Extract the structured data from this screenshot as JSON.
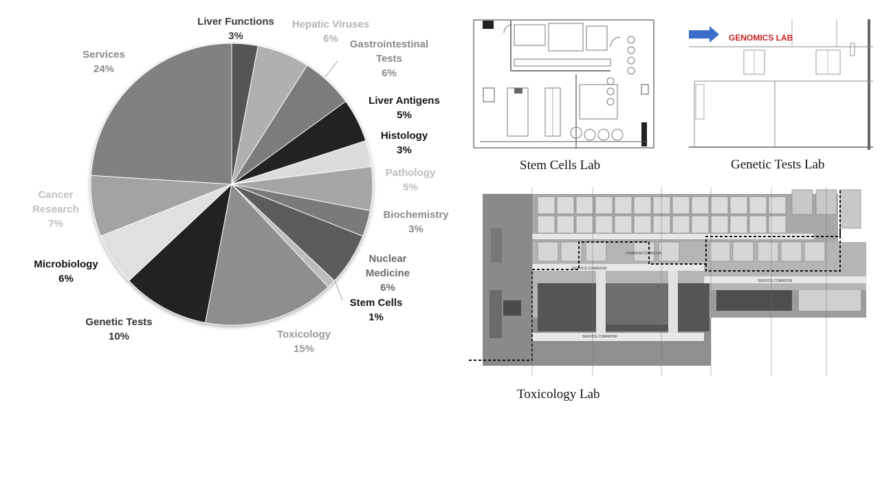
{
  "chart_data": {
    "type": "pie",
    "start_angle_deg": 0,
    "slices": [
      {
        "name": "Liver Functions",
        "pct_label": "3%",
        "value": 3,
        "color": "#545454",
        "label_color": "#3a3a3a"
      },
      {
        "name": "Hepatic Viruses",
        "pct_label": "6%",
        "value": 6,
        "color": "#b0b0b0",
        "label_color": "#b3b3b3"
      },
      {
        "name": "Gastrointestinal Tests",
        "pct_label": "6%",
        "value": 6,
        "color": "#7c7c7c",
        "label_color": "#8a8a8a"
      },
      {
        "name": "Liver Antigens",
        "pct_label": "5%",
        "value": 5,
        "color": "#202020",
        "label_color": "#151515"
      },
      {
        "name": "Histology",
        "pct_label": "3%",
        "value": 3,
        "color": "#dcdcdc",
        "label_color": "#111111"
      },
      {
        "name": "Pathology",
        "pct_label": "5%",
        "value": 5,
        "color": "#a6a6a6",
        "label_color": "#bdbdbd"
      },
      {
        "name": "Biochemistry",
        "pct_label": "3%",
        "value": 3,
        "color": "#7a7a7a",
        "label_color": "#8a8a8a"
      },
      {
        "name": "Nuclear Medicine",
        "pct_label": "6%",
        "value": 6,
        "color": "#5c5c5c",
        "label_color": "#6a6a6a"
      },
      {
        "name": "Stem Cells",
        "pct_label": "1%",
        "value": 1,
        "color": "#bcbcbc",
        "label_color": "#111111"
      },
      {
        "name": "Toxicology",
        "pct_label": "15%",
        "value": 15,
        "color": "#8e8e8e",
        "label_color": "#999999"
      },
      {
        "name": "Genetic Tests",
        "pct_label": "10%",
        "value": 10,
        "color": "#222222",
        "label_color": "#333333"
      },
      {
        "name": "Microbiology",
        "pct_label": "6%",
        "value": 6,
        "color": "#e0e0e0",
        "label_color": "#111111"
      },
      {
        "name": "Cancer Research",
        "pct_label": "7%",
        "value": 7,
        "color": "#a3a3a3",
        "label_color": "#c0c0c0"
      },
      {
        "name": "Services",
        "pct_label": "24%",
        "value": 24,
        "color": "#818181",
        "label_color": "#8a8a8a"
      }
    ]
  },
  "images": {
    "stem_cells_caption": "Stem Cells Lab",
    "genetic_tests_caption": "Genetic Tests Lab",
    "toxicology_caption": "Toxicology Lab",
    "genomics_sign": "GENOMICS LAB",
    "vivarium_corridor": "VIVARIUM CORRIDOR",
    "service_corridor": "SERVICE CORRIDOR"
  }
}
